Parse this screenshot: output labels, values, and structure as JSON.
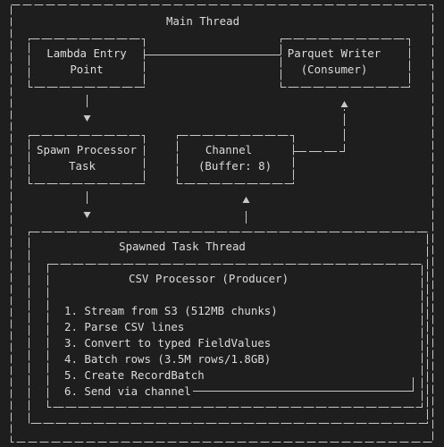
{
  "outer": {
    "title": "Main Thread"
  },
  "boxes": {
    "lambda": {
      "line1": "Lambda Entry",
      "line2": "Point"
    },
    "parquet": {
      "line1": "Parquet Writer",
      "line2": "(Consumer)"
    },
    "spawn": {
      "line1": "Spawn Processor",
      "line2": "Task"
    },
    "channel": {
      "line1": "Channel",
      "line2": "(Buffer: 8)"
    }
  },
  "spawned": {
    "title": "Spawned Task Thread"
  },
  "processor": {
    "title": "CSV Processor (Producer)",
    "steps": [
      "1. Stream from S3 (512MB chunks)",
      "2. Parse CSV lines",
      "3. Convert to typed FieldValues",
      "4. Batch rows (3.5M rows/1.8GB)",
      "5. Create RecordBatch",
      "6. Send via channel"
    ]
  },
  "colors": {
    "background": "#1e1e1e",
    "line": "#c8c8c8",
    "text": "#dcdcdc"
  }
}
